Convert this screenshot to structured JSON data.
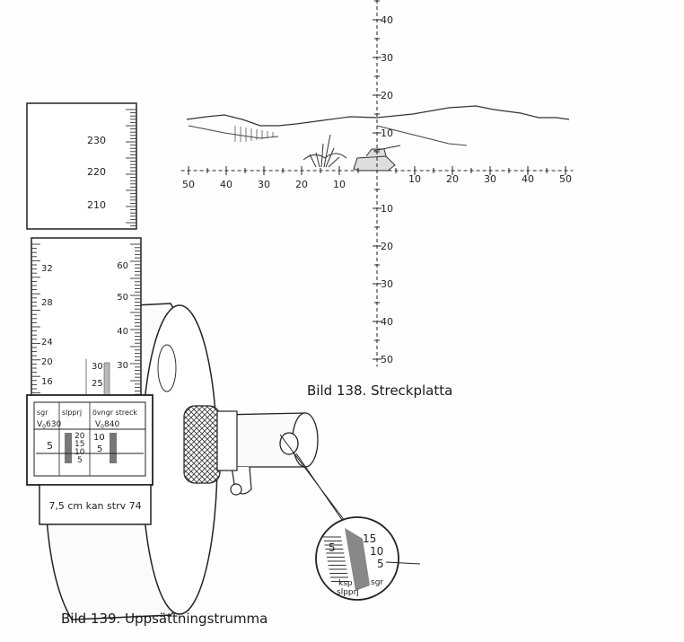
{
  "fig138": {
    "caption": "Bild 138. Streckplatta",
    "h_labels_left": [
      "50",
      "40",
      "30",
      "20",
      "10"
    ],
    "h_labels_right": [
      "10",
      "20",
      "30",
      "40",
      "50"
    ],
    "v_labels_up": [
      "10",
      "20",
      "30",
      "40"
    ],
    "v_labels_down": [
      "10",
      "20",
      "30",
      "40",
      "50"
    ]
  },
  "fig139": {
    "caption": "Bild 139. Uppsättningstrumma",
    "upper_scale": [
      "230",
      "220",
      "210"
    ],
    "left_scale": [
      "32",
      "28",
      "24",
      "20",
      "16"
    ],
    "right_scale": [
      "60",
      "50",
      "40",
      "30"
    ],
    "mid_scale": [
      "30",
      "25"
    ],
    "window_col1_head": "sgr",
    "window_col2_head": "slpprj",
    "window_col3_head": "övngr streck",
    "window_v630": "V",
    "window_v630_sub": "0",
    "window_v630_num": "630",
    "window_v840": "V",
    "window_v840_sub": "0",
    "window_v840_num": "840",
    "window_left_num": "5",
    "window_mid_nums": [
      "20",
      "15",
      "10",
      "5"
    ],
    "window_right_nums": [
      "10",
      "5"
    ],
    "plate_label": "7,5 cm kan strv 74",
    "magnifier_nums": [
      "15",
      "10",
      "5",
      "5"
    ],
    "magnifier_ksp": "ksp",
    "magnifier_slpprj": "slpprj",
    "magnifier_sgr": "sgr"
  }
}
